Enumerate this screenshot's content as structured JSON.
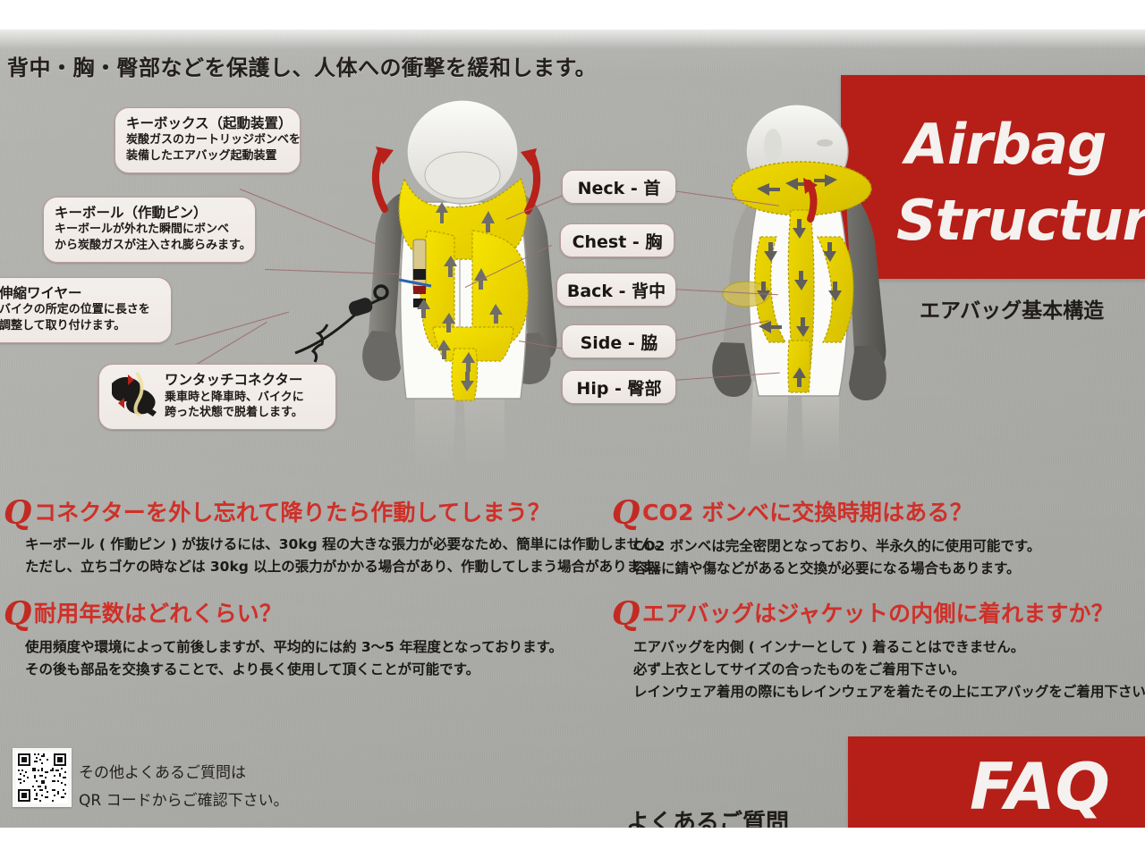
{
  "poster": {
    "headline": "背中・胸・臀部などを保護し、人体への衝撃を緩和します。",
    "colors": {
      "background": "#aeaeaa",
      "red": "#b51f18",
      "yellow": "#f0d800",
      "callout_border": "#b99a9a",
      "q_red": "#cf3029"
    }
  },
  "banner_main": {
    "line1": "Airbag",
    "line2": "Structure",
    "subtitle": "エアバッグ基本構造"
  },
  "banner_faq": {
    "title": "FAQ",
    "subtitle": "よくあるご質問"
  },
  "callouts": [
    {
      "name": "key-box",
      "title": "キーボックス（起動装置）",
      "lines": [
        "炭酸ガスのカートリッジボンベを",
        "装備したエアバッグ起動装置"
      ]
    },
    {
      "name": "key-ball",
      "title": "キーボール（作動ピン）",
      "lines": [
        "キーボールが外れた瞬間にボンベ",
        "から炭酸ガスが注入され膨らみます。"
      ]
    },
    {
      "name": "wire",
      "title": "伸縮ワイヤー",
      "lines": [
        "バイクの所定の位置に長さを",
        "調整して取り付けます。"
      ]
    },
    {
      "name": "connector",
      "title": "ワンタッチコネクター",
      "lines": [
        "乗車時と降車時、バイクに",
        "跨った状態で脱着します。"
      ],
      "icon": "connector-icon"
    }
  ],
  "body_labels": [
    {
      "name": "neck",
      "text": "Neck - 首"
    },
    {
      "name": "chest",
      "text": "Chest - 胸"
    },
    {
      "name": "back",
      "text": "Back - 背中"
    },
    {
      "name": "side",
      "text": "Side - 脇"
    },
    {
      "name": "hip",
      "text": "Hip - 臀部"
    }
  ],
  "faq": [
    {
      "name": "faq-connector",
      "q_mark": "Q",
      "question": "コネクターを外し忘れて降りたら作動してしまう？",
      "answer": [
        "キーボール ( 作動ピン ) が抜けるには、30kg 程の大きな張力が必要なため、簡単には作動しません。",
        "ただし、立ちゴケの時などは 30kg 以上の張力がかかる場合があり、作動してしまう場合があります。"
      ]
    },
    {
      "name": "faq-co2",
      "q_mark": "Q",
      "question": "CO2 ボンベに交換時期はある？",
      "answer": [
        "CO2 ボンベは完全密閉となっており、半永久的に使用可能です。",
        "容器に錆や傷などがあると交換が必要になる場合もあります。"
      ]
    },
    {
      "name": "faq-lifetime",
      "q_mark": "Q",
      "question": "耐用年数はどれくらい？",
      "answer": [
        "使用頻度や環境によって前後しますが、平均的には約 3〜5 年程度となっております。",
        "その後も部品を交換することで、より長く使用して頂くことが可能です。"
      ]
    },
    {
      "name": "faq-inner",
      "q_mark": "Q",
      "question": "エアバッグはジャケットの内側に着れますか？",
      "answer": [
        "エアバッグを内側 ( インナーとして ) 着ることはできません。",
        "必ず上衣としてサイズの合ったものをご着用下さい。",
        "レインウェア着用の際にもレインウェアを着たその上にエアバッグをご着用下さい。"
      ]
    }
  ],
  "qr": {
    "icon": "qr-code-icon",
    "note_line1": "その他よくあるご質問は",
    "note_line2": "QR コードからご確認下さい。"
  },
  "figures": {
    "front": {
      "name": "front-view-airbag-figure",
      "alt": "正面図"
    },
    "back": {
      "name": "back-view-airbag-figure",
      "alt": "背面図"
    }
  }
}
